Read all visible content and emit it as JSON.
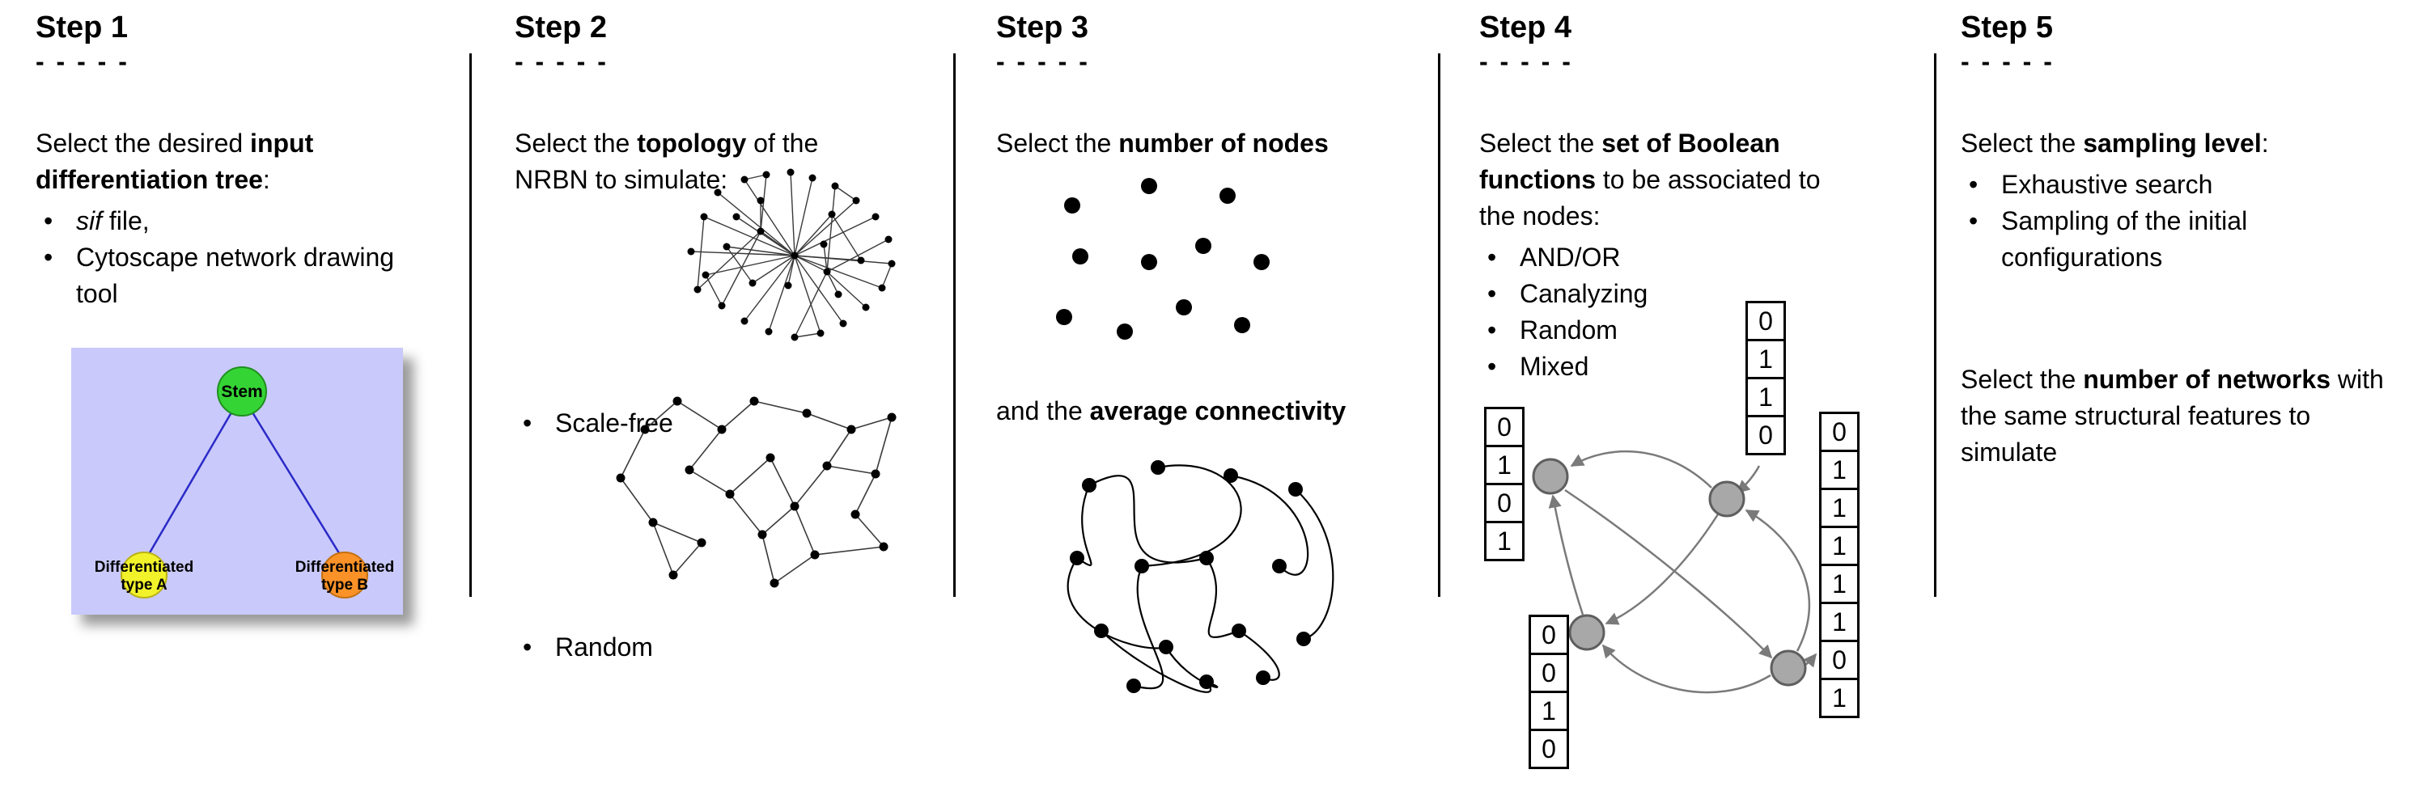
{
  "steps": [
    {
      "title": "Step 1",
      "dashes": "- - - - -",
      "intro": {
        "pre": "Select the desired ",
        "bold": "input differentiation tree",
        "post": ":"
      },
      "bullets": [
        {
          "italic": "sif",
          "text": " file,"
        },
        {
          "text": "Cytoscape network drawing tool"
        }
      ],
      "tree": {
        "stem_label": "Stem",
        "leaf_a_line1": "Differentiated",
        "leaf_a_line2": "type A",
        "leaf_b_line1": "Differentiated",
        "leaf_b_line2": "type B",
        "colors": {
          "background": "#c9c9fb",
          "stem": "#35d435",
          "leaf_a": "#f2f22b",
          "leaf_b": "#fb9228",
          "edge": "#2a2ac8"
        }
      }
    },
    {
      "title": "Step 2",
      "dashes": "- - - - -",
      "intro": {
        "pre": "Select the ",
        "bold": "topology",
        "post": " of the NRBN to simulate:"
      },
      "bullets": [
        {
          "text": "Scale-free"
        },
        {
          "text": "Random"
        }
      ]
    },
    {
      "title": "Step 3",
      "dashes": "- - - - -",
      "line1": {
        "pre": "Select the ",
        "bold": "number of nodes"
      },
      "line2": {
        "pre": "and the ",
        "bold": "average connectivity"
      }
    },
    {
      "title": "Step 4",
      "dashes": "- - - - -",
      "intro": {
        "pre": "Select the ",
        "bold": "set of Boolean functions",
        "post": " to be associated to the nodes:"
      },
      "bullets": [
        {
          "text": "AND/OR"
        },
        {
          "text": "Canalyzing"
        },
        {
          "text": "Random"
        },
        {
          "text": "Mixed"
        }
      ],
      "tables": {
        "top": [
          "0",
          "1",
          "1",
          "0"
        ],
        "left": [
          "0",
          "1",
          "0",
          "1"
        ],
        "bottom_left": [
          "0",
          "0",
          "1",
          "0"
        ],
        "right": [
          "0",
          "1",
          "1",
          "1",
          "1",
          "1",
          "0",
          "1"
        ]
      }
    },
    {
      "title": "Step 5",
      "dashes": "- - - - -",
      "intro": {
        "pre": "Select the ",
        "bold": "sampling level",
        "post": ":"
      },
      "bullets": [
        {
          "text": "Exhaustive search"
        },
        {
          "text": "Sampling of the initial configurations"
        }
      ],
      "para2": {
        "pre": "Select the ",
        "bold": "number of networks",
        "post": " with the same structural features to simulate"
      }
    }
  ]
}
